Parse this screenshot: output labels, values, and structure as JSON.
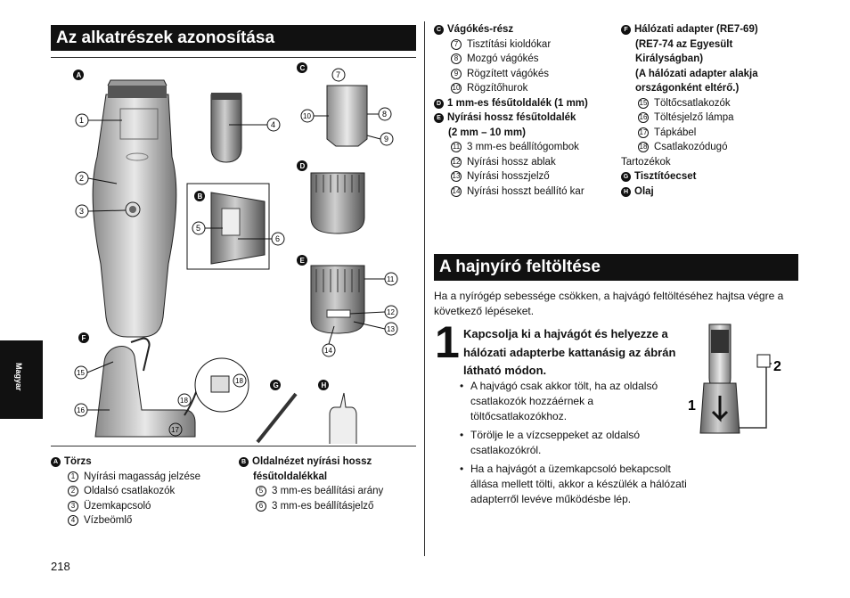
{
  "headings": {
    "parts": "Az alkatrészek azonosítása",
    "charge": "A hajnyíró feltöltése"
  },
  "side_tab": "Magyar",
  "page_number": "218",
  "figure_labels": {
    "A": "A",
    "B": "B",
    "C": "C",
    "D": "D",
    "E": "E",
    "F": "F",
    "G": "G",
    "H": "H",
    "n1": "1",
    "n2": "2",
    "n3": "3",
    "n4": "4",
    "n5": "5",
    "n6": "6",
    "n7": "7",
    "n8": "8",
    "n9": "9",
    "n10": "10",
    "n11": "11",
    "n12": "12",
    "n13": "13",
    "n14": "14",
    "n15": "15",
    "n16": "16",
    "n17": "17",
    "n18": "18"
  },
  "legend_a": {
    "badge": "A",
    "title": "Törzs",
    "items": [
      {
        "num": "1",
        "text": "Nyírási magasság jelzése"
      },
      {
        "num": "2",
        "text": "Oldalsó csatlakozók"
      },
      {
        "num": "3",
        "text": "Üzemkapcsoló"
      },
      {
        "num": "4",
        "text": "Vízbeömlő"
      }
    ]
  },
  "legend_b": {
    "badge": "B",
    "title": "Oldalnézet nyírási hossz",
    "title_2": "fésűtoldalékkal",
    "items": [
      {
        "num": "5",
        "text": "3 mm-es beállítási arány"
      },
      {
        "num": "6",
        "text": "3 mm-es beállításjelző"
      }
    ]
  },
  "legend_c": {
    "badge": "C",
    "title": "Vágókés-rész",
    "items": [
      {
        "num": "7",
        "text": "Tisztítási kioldókar"
      },
      {
        "num": "8",
        "text": "Mozgó vágókés"
      },
      {
        "num": "9",
        "text": "Rögzített vágókés"
      },
      {
        "num": "10",
        "text": "Rögzítőhurok"
      }
    ]
  },
  "legend_d": {
    "badge": "D",
    "title": "1 mm-es fésűtoldalék (1 mm)"
  },
  "legend_e": {
    "badge": "E",
    "title": "Nyírási hossz fésűtoldalék",
    "title_2": "(2 mm – 10 mm)",
    "items": [
      {
        "num": "11",
        "text": "3 mm-es beállítógombok"
      },
      {
        "num": "12",
        "text": "Nyírási hossz ablak"
      },
      {
        "num": "13",
        "text": "Nyírási hosszjelző"
      },
      {
        "num": "14",
        "text": "Nyírási hosszt beállító kar"
      }
    ]
  },
  "legend_f": {
    "badge": "F",
    "title": "Hálózati adapter (RE7-69)",
    "lines": [
      "(RE7-74 az Egyesült",
      "Királyságban)",
      "(A hálózati adapter alakja",
      "országonként eltérő.)"
    ],
    "items": [
      {
        "num": "15",
        "text": "Töltőcsatlakozók"
      },
      {
        "num": "16",
        "text": "Töltésjelző lámpa"
      },
      {
        "num": "17",
        "text": "Tápkábel"
      },
      {
        "num": "18",
        "text": "Csatlakozódugó"
      }
    ]
  },
  "accessories": {
    "label": "Tartozékok",
    "g_badge": "G",
    "g_text": "Tisztítóecset",
    "h_badge": "H",
    "h_text": "Olaj"
  },
  "charging": {
    "intro": "Ha a nyírógép sebessége csökken, a hajvágó feltöltéséhez hajtsa végre a következő lépéseket.",
    "step_number": "1",
    "step_title": "Kapcsolja ki a hajvágót és helyezze a hálózati adapterbe kattanásig az ábrán látható módon.",
    "bullets": [
      "A hajvágó csak akkor tölt, ha az oldalsó csatlakozók hozzáérnek a töltőcsatlakozókhoz.",
      "Törölje le a vízcseppeket az oldalsó csatlakozókról.",
      "Ha a hajvágót a üzemkapcsoló bekapcsolt állása mellett tölti, akkor a készülék a hálózati adapterről levéve működésbe lép."
    ],
    "figure_label_1": "1",
    "figure_label_2": "2"
  }
}
